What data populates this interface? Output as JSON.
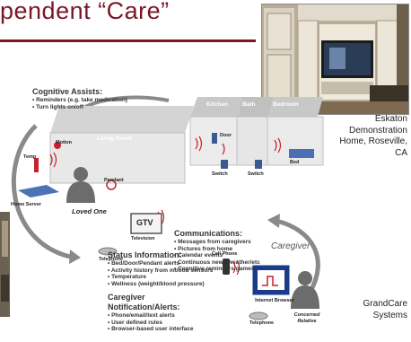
{
  "title": "pendent “Care”",
  "photo_caption": [
    "Eskaton",
    "Demonstration",
    "Home, Roseville,",
    "CA"
  ],
  "credit": [
    "GrandCare",
    "Systems"
  ],
  "diagram": {
    "cognitive": {
      "heading": "Cognitive Assists:",
      "items": [
        "Reminders (e.g. take medication)",
        "Turn lights on/off"
      ]
    },
    "rooms": [
      "Living Room",
      "Kitchen",
      "Bath",
      "Bedroom"
    ],
    "labels": {
      "motion": "Motion",
      "temp": "Temp",
      "pendant": "Pendant",
      "door": "Door",
      "switch1": "Switch",
      "switch2": "Switch",
      "bed": "Bed",
      "loved_one": "Loved One",
      "home_server": "Home Server",
      "gtv": "GTV",
      "television": "Television",
      "telephone1": "Telephone",
      "cellphone": "Cell Phone",
      "browser": "Internet Browser",
      "telephone2": "Telephone",
      "concerned": "Concerned Relative",
      "caregiver": "Caregiver"
    },
    "communications": {
      "heading": "Communications:",
      "items": [
        "Messages from caregivers",
        "Pictures from home",
        "Calendar events",
        "Continuous news/weather/etc",
        "Cognitive reminders/games"
      ]
    },
    "status": {
      "heading": "Status Information:",
      "items": [
        "Bed/Door/Pendant alerts",
        "Activity history from motion sensors",
        "Temperature",
        "Wellness (weight/blood pressure)"
      ]
    },
    "notification": {
      "heading": "Caregiver Notification/Alerts:",
      "items": [
        "Phone/email/text alerts",
        "User defined rules",
        "Browser-based user interface"
      ]
    }
  }
}
